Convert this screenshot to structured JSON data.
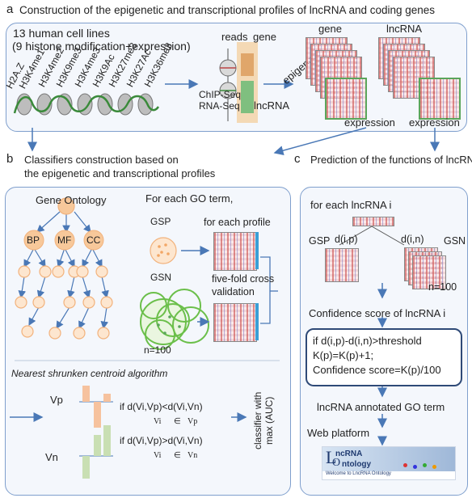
{
  "colors": {
    "panel_border": "#7f9fcd",
    "panel_fill": "#f4f7fc",
    "arrow": "#4a78b6",
    "node": "#f7c89a",
    "green": "#5aa55a",
    "bar_orange": "#f6c29e",
    "bar_green": "#c9dfb3"
  },
  "panel_a": {
    "letter": "a",
    "title": "Construction of the epigenetic and transcriptional profiles of lncRNA and coding genes",
    "cell_lines_1": "13 human cell lines",
    "cell_lines_2": "(9 histone modification+expression)",
    "marks": [
      "H2A.Z",
      "H3K4me1",
      "H3K4me2",
      "H3K9me3",
      "H3K4me3",
      "H3K9Ac",
      "H3K27me3",
      "H3K27Ac",
      "H3K36me3"
    ],
    "chip": "ChIP-Seq",
    "rna": "RNA-Seq",
    "reads": "reads",
    "gene_top": "gene",
    "lncrna_mid": "lncRNA",
    "gene_label": "gene",
    "lncrna_label": "lncRNA",
    "epigenetic": "epigenetic",
    "expression_1": "expression",
    "expression_2": "expression"
  },
  "panel_b": {
    "letter": "b",
    "title_1": "Classifiers construction based on",
    "title_2": "the epigenetic and transcriptional profiles",
    "go": "Gene Ontology",
    "bp": "BP",
    "mf": "MF",
    "cc": "CC",
    "for_go": "For each GO term,",
    "gsp": "GSP",
    "gsn": "GSN",
    "for_profile": "for each profile",
    "five_fold_1": "five-fold cross",
    "five_fold_2": "validation",
    "n100": "n=100",
    "nsc": "Nearest shrunken centroid algorithm",
    "vp": "Vp",
    "vn": "Vn",
    "cond1": "if d(Vi,Vp)<d(Vi,Vn)",
    "eq1_a": "Vi",
    "eq1_op": "∈",
    "eq1_b": "Vp",
    "cond2": "if d(Vi,Vp)>d(Vi,Vn)",
    "eq2_a": "Vi",
    "eq2_op": "∈",
    "eq2_b": "Vn",
    "classifier_1": "classifier with",
    "classifier_2": "max (AUC)"
  },
  "panel_c": {
    "letter": "c",
    "title": "Prediction of the functions of lncRNAs",
    "for_lnc": "for each lncRNA i",
    "gsp": "GSP",
    "gsn": "GSN",
    "dip": "d(i,p)",
    "din": "d(i,n)",
    "n100": "n=100",
    "conf_title": "Confidence score of lncRNA i",
    "rule_1": "if d(i,p)-d(i,n)>threshold",
    "rule_2": "K(p)=K(p)+1;",
    "rule_3": "Confidence score=K(p)/100",
    "annotated": "lncRNA annotated GO term",
    "web": "Web platform",
    "logo_1": "ncRNA",
    "logo_2": "ntology",
    "logo_l": "L",
    "logo_o": "O",
    "welcome": "Welcome to LncRNA Ontology"
  }
}
